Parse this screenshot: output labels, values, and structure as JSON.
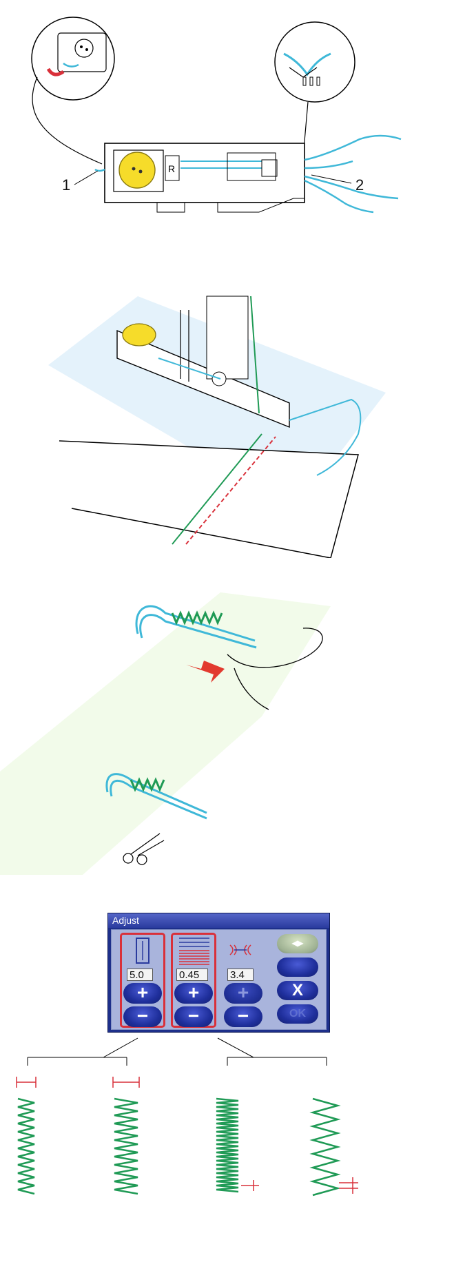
{
  "diagram1": {
    "label_1": "1",
    "label_2": "2",
    "slider_letter": "R"
  },
  "panel": {
    "title": "Adjust",
    "columns": [
      {
        "value": "5.0",
        "plus": "+",
        "minus": "−",
        "icon": "buttonhole-length-icon"
      },
      {
        "value": "0.45",
        "plus": "+",
        "minus": "−",
        "icon": "stitch-density-icon"
      },
      {
        "value": "3.4",
        "plus": "+",
        "minus": "−",
        "icon": "stitch-width-icon"
      }
    ],
    "side_buttons": [
      {
        "label": "◂▸",
        "icon": "arrows-icon"
      },
      {
        "label": "",
        "icon": "option-icon"
      },
      {
        "label": "X",
        "icon": "close-icon"
      },
      {
        "label": "OK",
        "icon": "ok-icon"
      }
    ]
  },
  "colors": {
    "accent_red": "#d9303a",
    "stitch_green": "#1f9a55",
    "thread_blue": "#3fb8d8",
    "panel_blue": "#1d2f8a"
  }
}
